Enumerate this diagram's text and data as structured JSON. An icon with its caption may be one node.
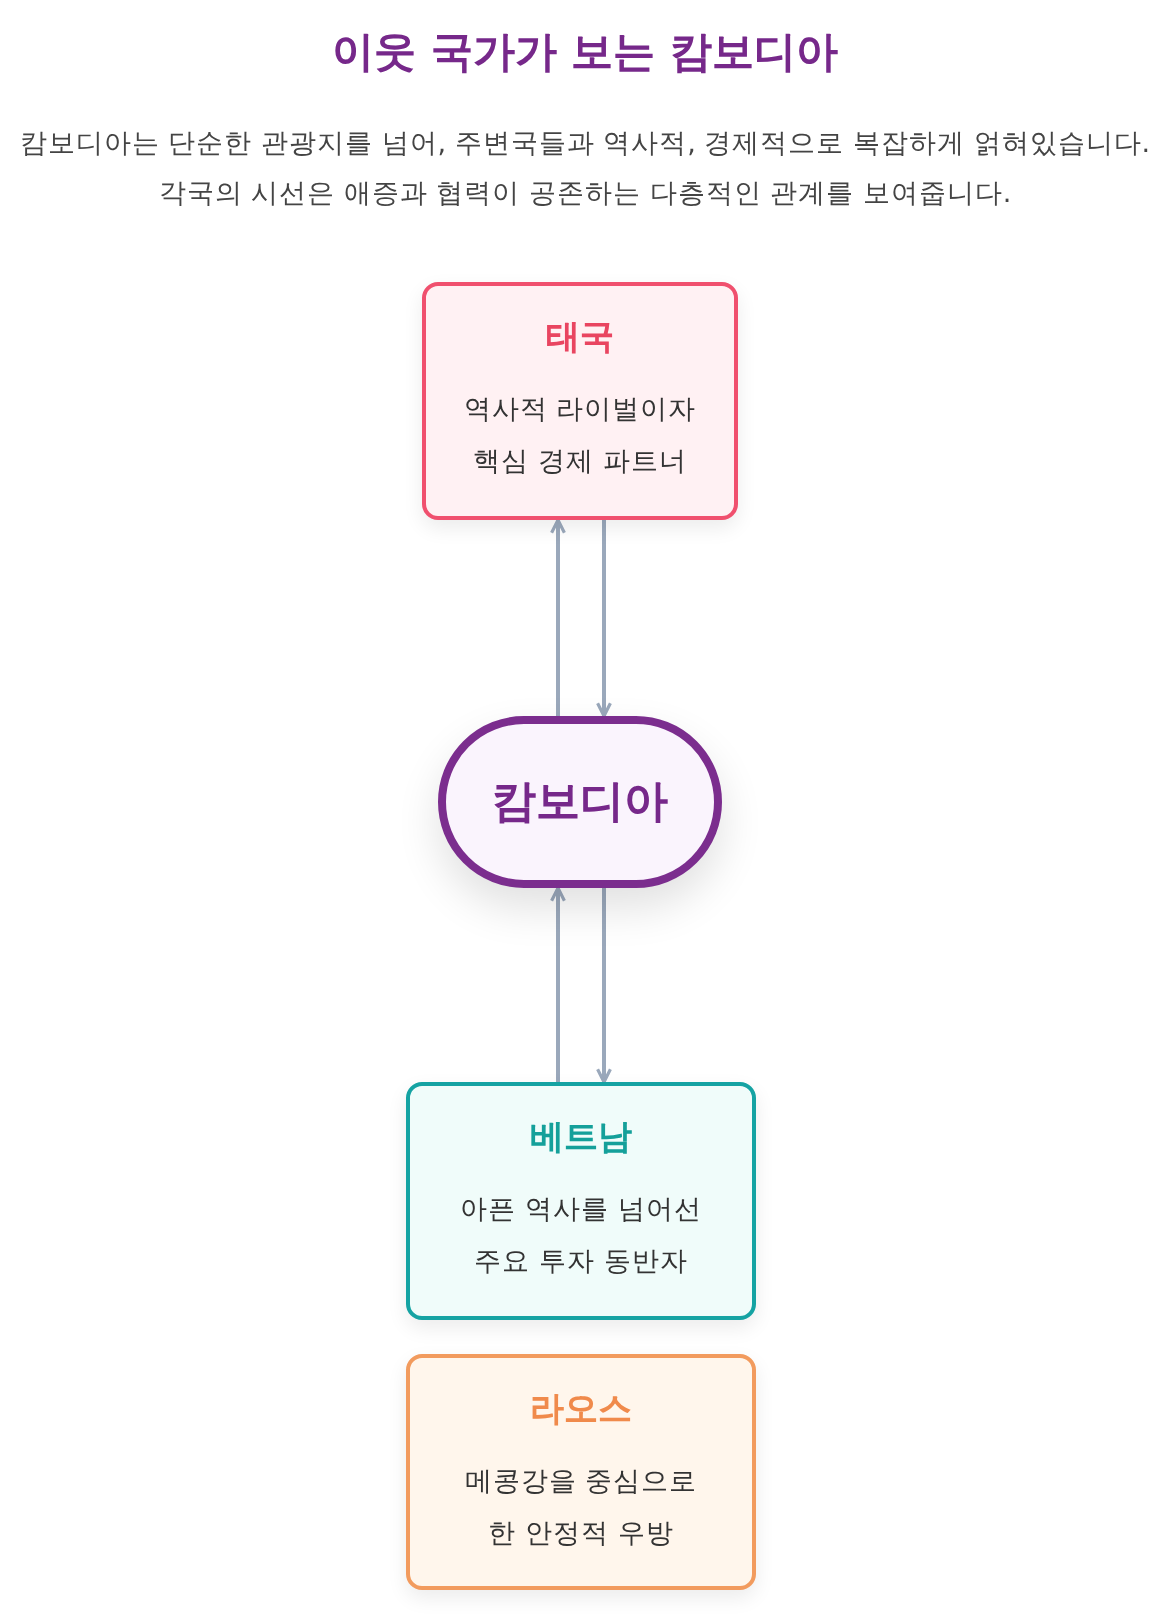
{
  "diagram": {
    "title": "이웃 국가가 보는 캄보디아",
    "nodes": [
      {
        "text": [
          "태국",
          "역사적 라이벌이자 핵심 경제 파트너"
        ]
      },
      {
        "text": [
          "캄보디아"
        ]
      },
      {
        "text": [
          "베트남",
          "아픈 역사를 넘어선 주요 투자 동반자"
        ]
      },
      {
        "text": [
          "라오스",
          "메콩강을 중심으로 한 안정적 우방"
        ]
      }
    ],
    "edges": [
      {
        "from": 1,
        "to": 0,
        "arrow": "to"
      },
      {
        "from": 0,
        "to": 1,
        "arrow": "to"
      },
      {
        "from": 2,
        "to": 1,
        "arrow": "to"
      },
      {
        "from": 1,
        "to": 2,
        "arrow": "to"
      }
    ],
    "labels": [
      "캄보디아는 단순한 관광지를 넘어, 주변국들과 역사적, 경제적으로 복잡하게 얽혀있습니다. 각국의 시선은 애증과 협력이 공존하는 다층적인 관계를 보여줍니다."
    ]
  }
}
